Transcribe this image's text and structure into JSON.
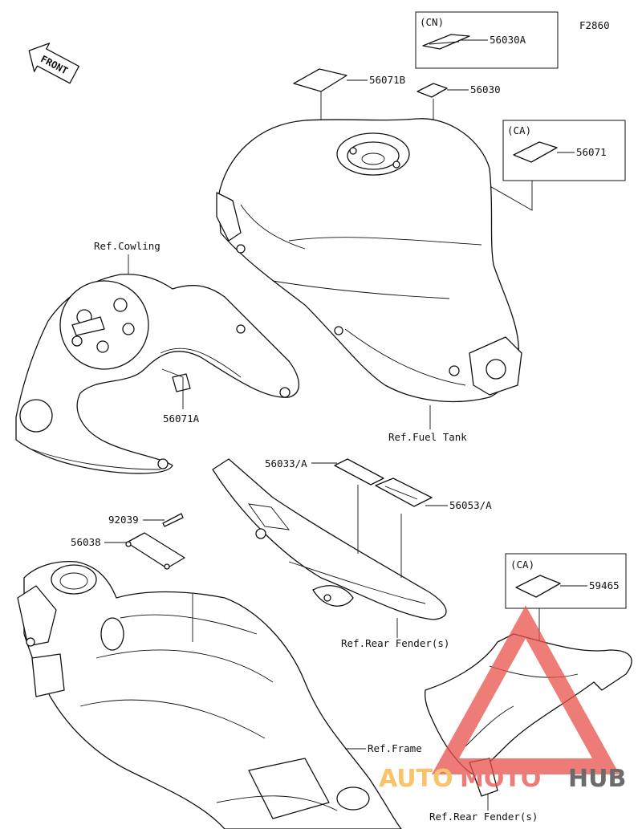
{
  "figure_code": "F2860",
  "front_label": "FRONT",
  "region_tags": {
    "cn": "(CN)",
    "ca_upper": "(CA)",
    "ca_lower": "(CA)"
  },
  "parts": {
    "p56030A": "56030A",
    "p56071B": "56071B",
    "p56030": "56030",
    "p56071": "56071",
    "p56071A": "56071A",
    "p56033A": "56033/A",
    "p56053A": "56053/A",
    "p92039": "92039",
    "p56038": "56038",
    "p59465": "59465"
  },
  "refs": {
    "cowling": "Ref.Cowling",
    "fuel_tank": "Ref.Fuel Tank",
    "rear_fender_upper": "Ref.Rear Fender(s)",
    "frame": "Ref.Frame",
    "rear_fender_lower": "Ref.Rear Fender(s)"
  },
  "watermark": {
    "part1": "AUTO",
    "part2": "MOTO",
    "part3": "HUB",
    "colors": {
      "orange": "#f5b13a",
      "red": "#e8504a",
      "dark": "#3a3a3a"
    }
  }
}
